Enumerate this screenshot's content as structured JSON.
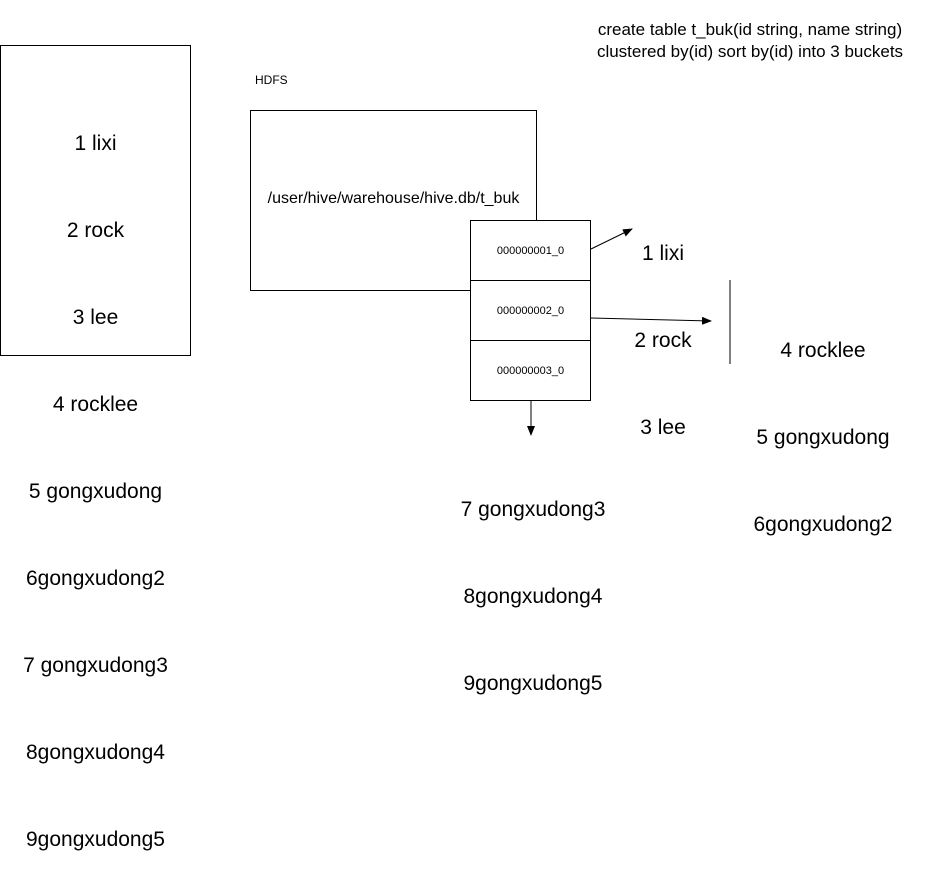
{
  "sql": {
    "line1": "create table t_buk(id string, name string)",
    "line2": "clustered by(id) sort by(id) into 3 buckets"
  },
  "source_rows": [
    "1 lixi",
    "2 rock",
    "3 lee",
    "4 rocklee",
    "5 gongxudong",
    "6gongxudong2",
    "7 gongxudong3",
    "8gongxudong4",
    "9gongxudong5"
  ],
  "hdfs": {
    "label": "HDFS",
    "path": "/user/hive/warehouse/hive.db/t_buk"
  },
  "buckets": [
    {
      "file": "000000001_0",
      "rows": [
        "1 lixi",
        "2 rock",
        "3 lee"
      ]
    },
    {
      "file": "000000002_0",
      "rows": [
        "4 rocklee",
        "5 gongxudong",
        "6gongxudong2"
      ]
    },
    {
      "file": "000000003_0",
      "rows": [
        "7 gongxudong3",
        "8gongxudong4",
        "9gongxudong5"
      ]
    }
  ]
}
